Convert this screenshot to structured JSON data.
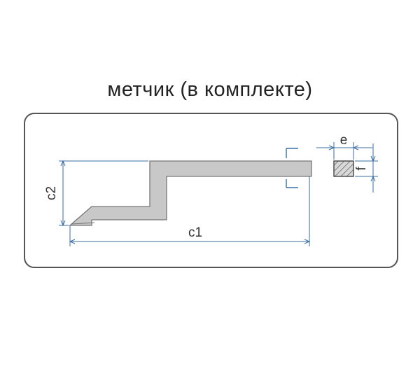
{
  "title": "метчик (в комплекте)",
  "labels": {
    "c1": "c1",
    "c2": "c2",
    "e": "e",
    "f": "f"
  },
  "colors": {
    "frame_border": "#555555",
    "tool_fill": "#c8c8c8",
    "tool_stroke": "#777777",
    "dimension_line": "#3a6ea5",
    "hatch": "#666666"
  }
}
